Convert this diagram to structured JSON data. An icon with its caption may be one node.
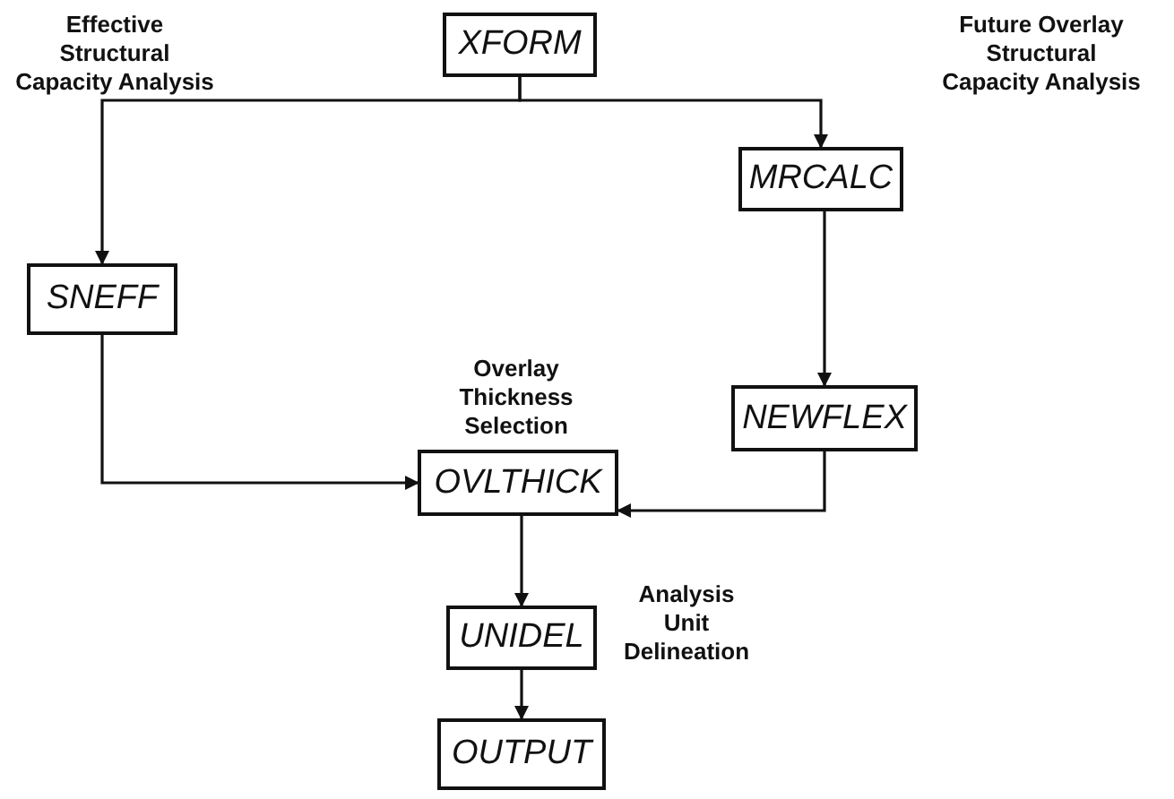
{
  "diagram": {
    "nodes": [
      {
        "text": [
          "XFORM"
        ]
      },
      {
        "text": [
          "MRCALC"
        ]
      },
      {
        "text": [
          "SNEFF"
        ]
      },
      {
        "text": [
          "NEWFLEX"
        ]
      },
      {
        "text": [
          "OVLTHICK"
        ],
        "beside": [
          "Overlay Thickness Selection"
        ]
      },
      {
        "text": [
          "UNIDEL"
        ],
        "beside": [
          "Analysis Unit Delineation"
        ]
      },
      {
        "text": [
          "OUTPUT"
        ]
      }
    ],
    "edges": [
      {
        "from": 0,
        "to": 2,
        "arrow": "to"
      },
      {
        "from": 0,
        "to": 1,
        "arrow": "to"
      },
      {
        "from": 1,
        "to": 3,
        "arrow": "to"
      },
      {
        "from": 2,
        "to": 4,
        "arrow": "to"
      },
      {
        "from": 3,
        "to": 4,
        "arrow": "to"
      },
      {
        "from": 4,
        "to": 5,
        "arrow": "to"
      },
      {
        "from": 5,
        "to": 6,
        "arrow": "to"
      }
    ],
    "labels": [
      "Effective Structural Capacity Analysis",
      "Future Overlay Structural Capacity Analysis"
    ]
  }
}
